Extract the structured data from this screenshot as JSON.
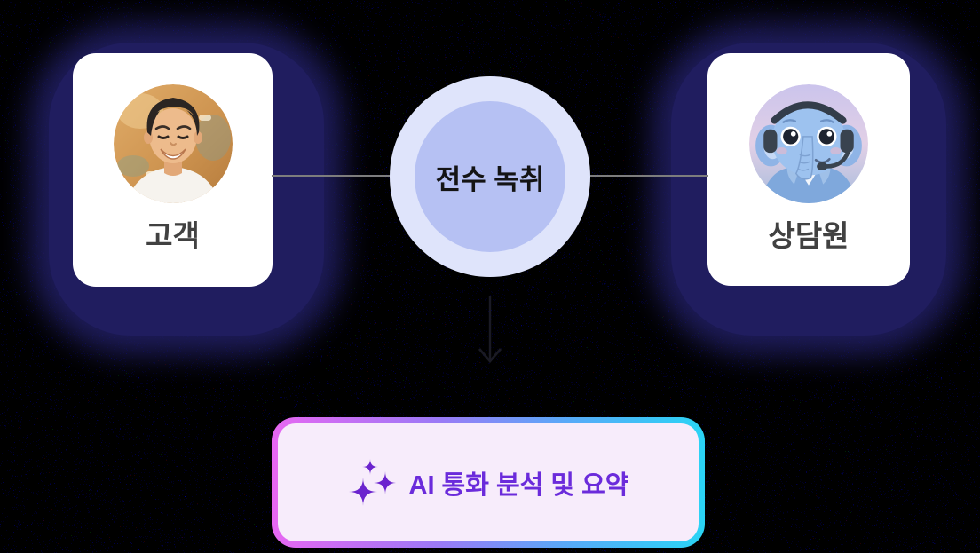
{
  "diagram": {
    "customer": {
      "label": "고객",
      "avatar": "customer-photo"
    },
    "agent": {
      "label": "상담원",
      "avatar": "agent-elephant-mascot"
    },
    "center_node": {
      "label": "전수 녹취"
    },
    "result_box": {
      "label": "AI 통화 분석 및 요약",
      "icon": "sparkles-icon"
    }
  },
  "colors": {
    "background": "#000000",
    "glow_navy": "#201D5F",
    "card_background": "#FFFFFF",
    "card_label_text": "#414141",
    "circle_outer": "#DFE4FB",
    "circle_inner": "#B6C1F3",
    "circle_text": "#141414",
    "connector_line": "#7D7D7D",
    "arrow": "#1A1A24",
    "result_fill": "#F7ECFB",
    "result_text": "#6B2BDB",
    "sparkle": "#6B24CE",
    "result_border_gradient": [
      "#E767F2",
      "#9C79F6",
      "#58A9F8",
      "#2AD4F5"
    ]
  }
}
